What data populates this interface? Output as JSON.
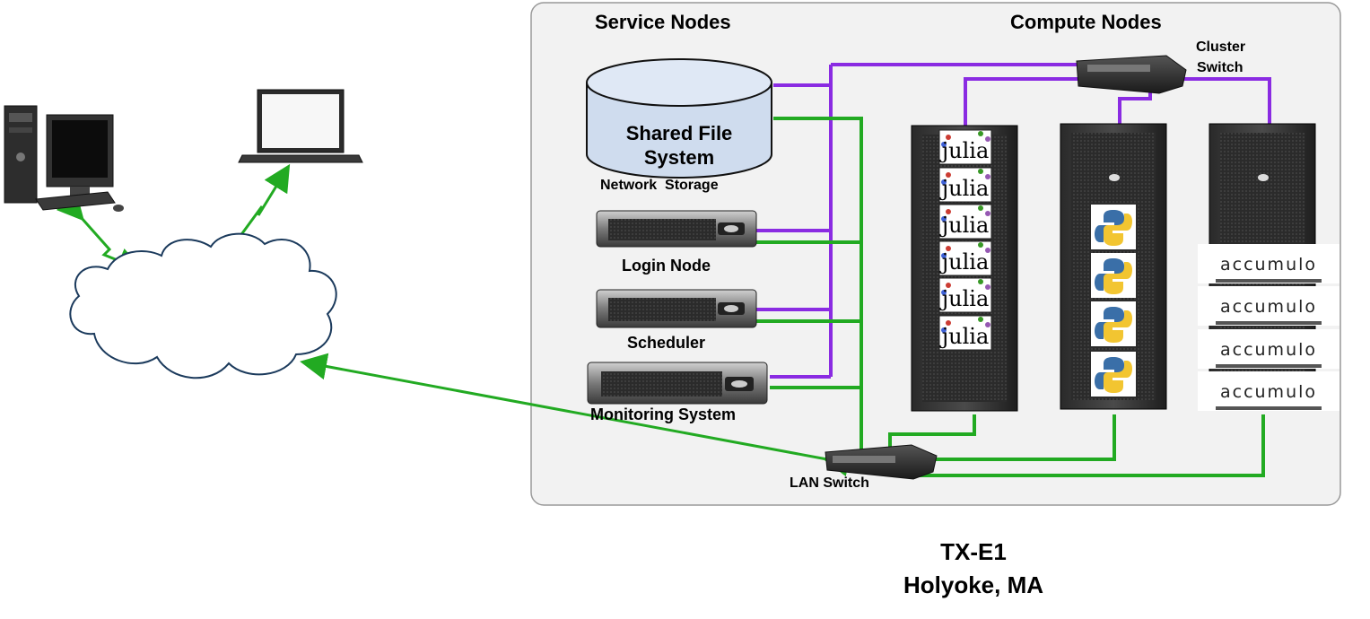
{
  "headers": {
    "service_nodes": "Service Nodes",
    "compute_nodes": "Compute Nodes"
  },
  "storage": {
    "shared_fs_line1": "Shared File",
    "shared_fs_line2": "System",
    "network_storage": "Network  Storage"
  },
  "service": {
    "login_node": "Login Node",
    "scheduler": "Scheduler",
    "monitoring": "Monitoring System"
  },
  "switches": {
    "cluster_line1": "Cluster",
    "cluster_line2": "Switch",
    "lan": "LAN Switch"
  },
  "location": {
    "site": "TX-E1",
    "city": "Holyoke, MA"
  },
  "logos": {
    "julia": "julia",
    "accumulo": "accumulo"
  },
  "colors": {
    "cluster_link": "#8a2be2",
    "lan_link": "#22aa22",
    "panel_bg": "#f2f2f2",
    "panel_border": "#999999",
    "cloud_stroke": "#1b3a5c"
  },
  "icons": [
    "desktop-computer-icon",
    "laptop-icon",
    "network-cloud-icon",
    "cylinder-storage-icon",
    "rack-server-icon",
    "network-switch-icon",
    "server-rack-cabinet-icon",
    "python-logo-icon",
    "julia-logo-icon",
    "accumulo-logo-icon"
  ]
}
